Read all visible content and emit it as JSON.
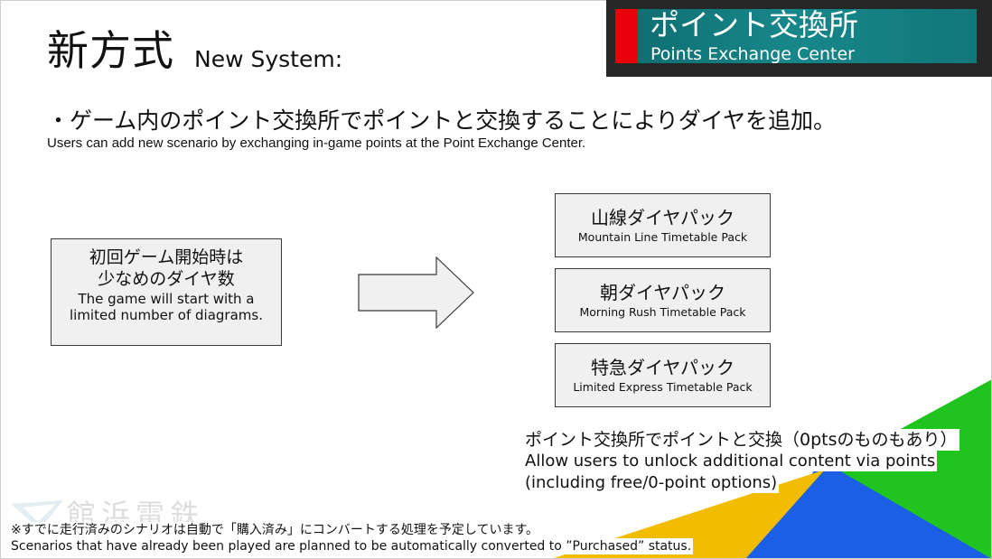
{
  "title": {
    "jp": "新方式",
    "en": "New System:"
  },
  "header_badge": {
    "jp": "ポイント交換所",
    "en": "Points Exchange Center"
  },
  "intro": {
    "jp": "・ゲーム内のポイント交換所でポイントと交換することによりダイヤを追加。",
    "en": "Users can add new scenario by exchanging in-game points at the Point Exchange Center."
  },
  "start_box": {
    "jp_line1": "初回ゲーム開始時は",
    "jp_line2": "少なめのダイヤ数",
    "en": "The game will start with a limited number of diagrams."
  },
  "packs": [
    {
      "jp": "山線ダイヤパック",
      "en": "Mountain Line Timetable Pack"
    },
    {
      "jp": "朝ダイヤパック",
      "en": "Morning Rush Timetable Pack"
    },
    {
      "jp": "特急ダイヤパック",
      "en": "Limited Express Timetable Pack"
    }
  ],
  "note": {
    "jp": "ポイント交換所でポイントと交換（0ptsのものもあり）",
    "en_line1": "Allow users to unlock additional content via points",
    "en_line2": "(including free/0-point options)"
  },
  "watermark": {
    "text": "館浜電鉄",
    "icon": "logo-wing-icon"
  },
  "footnote": {
    "jp": "※すでに走行済みのシナリオは自動で「購入済み」にコンバートする処理を予定しています。",
    "en": "Scenarios that have already been played are planned to be automatically converted to ”Purchased” status."
  },
  "colors": {
    "badge_bg": "#262626",
    "badge_red": "#e8000b",
    "badge_teal": "#17878a",
    "box_fill": "#f0f0f0",
    "deco_green": "#20c41e",
    "deco_blue": "#1a5fe6",
    "deco_yellow": "#f2bd00"
  }
}
